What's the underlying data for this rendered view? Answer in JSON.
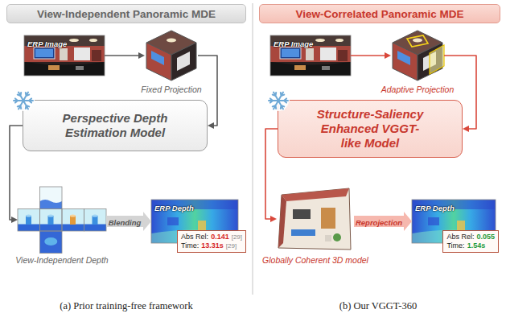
{
  "diagram": {
    "nodes": [
      {
        "text": [
          "View-Independent Panoramic MDE"
        ]
      },
      {
        "text": [
          "ERP Image"
        ]
      },
      {
        "text": [
          "Fixed Projection"
        ]
      },
      {
        "text": [
          "Perspective Depth Estimation Model"
        ]
      },
      {
        "text": [
          "View-Independent Depth"
        ]
      },
      {
        "text": [
          "ERP Depth"
        ]
      },
      {
        "text": [
          "Abs Rel:",
          "0.141",
          "[29]",
          "Time:",
          "13.31s",
          "[29]"
        ],
        "in": 5
      },
      {
        "text": [
          "View-Correlated Panoramic MDE"
        ]
      },
      {
        "text": [
          "ERP Image"
        ]
      },
      {
        "text": [
          "Adaptive Projection"
        ]
      },
      {
        "text": [
          "Structure-Saliency Enhanced VGGT-like Model"
        ]
      },
      {
        "text": [
          "Globally Coherent 3D model"
        ]
      },
      {
        "text": [
          "ERP Depth"
        ]
      },
      {
        "text": [
          "Abs Rel:",
          "0.055",
          "Time:",
          "1.54s"
        ],
        "in": 12
      }
    ],
    "edges": [
      {
        "from": 1,
        "to": 2,
        "arrow": "to"
      },
      {
        "from": 2,
        "to": 3,
        "arrow": "to"
      },
      {
        "from": 3,
        "to": 4,
        "arrow": "to"
      },
      {
        "from": 4,
        "to": 5,
        "label": "Blending",
        "arrow": "to"
      },
      {
        "from": 8,
        "to": 9,
        "arrow": "to"
      },
      {
        "from": 9,
        "to": 10,
        "arrow": "to"
      },
      {
        "from": 10,
        "to": 11,
        "arrow": "to"
      },
      {
        "from": 11,
        "to": 12,
        "label": "Reprojection",
        "arrow": "to"
      }
    ],
    "labels": [
      "(a) Prior training-free framework",
      "(b) Our VGGT-360"
    ]
  }
}
